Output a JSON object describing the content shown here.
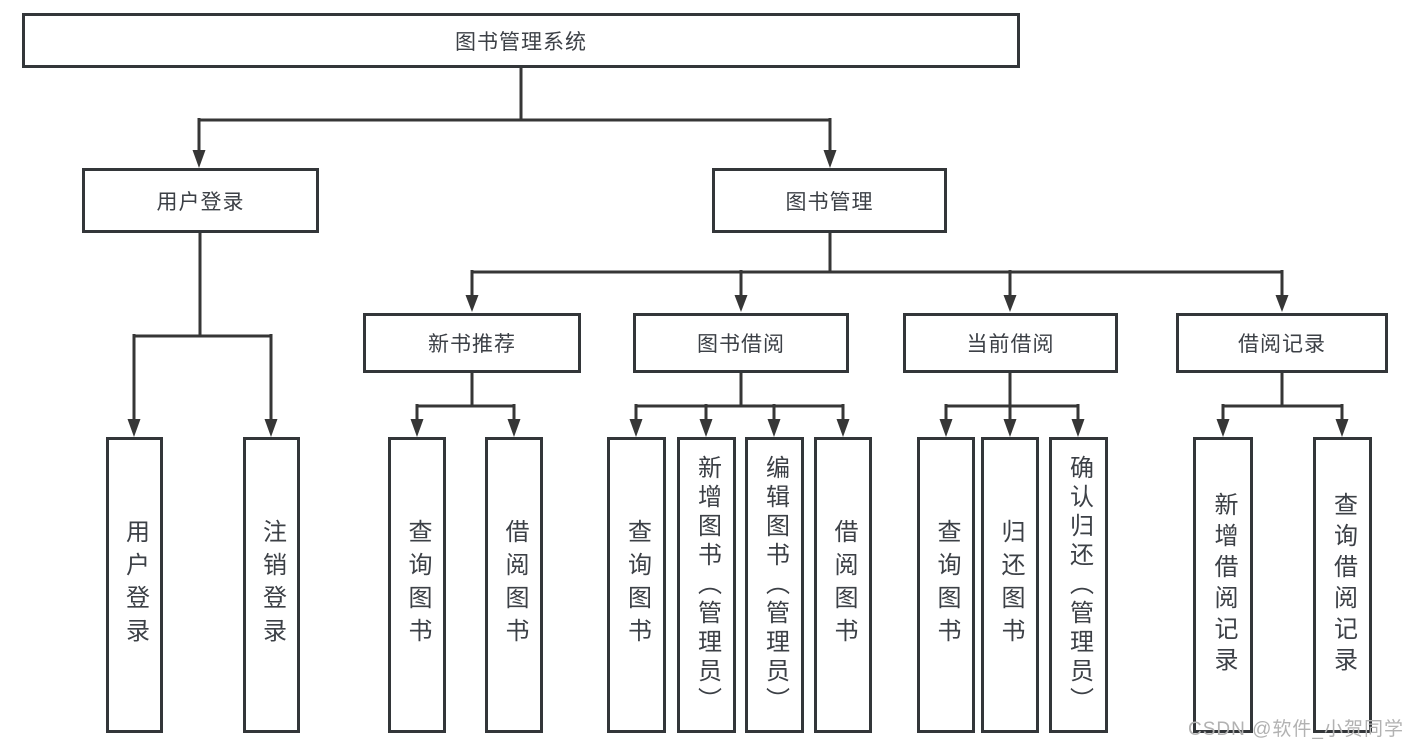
{
  "diagram": {
    "root": {
      "label": "图书管理系统"
    },
    "branches": [
      {
        "label": "用户登录",
        "children": [
          {
            "label": "用户登录"
          },
          {
            "label": "注销登录"
          }
        ]
      },
      {
        "label": "图书管理",
        "children": [
          {
            "label": "新书推荐",
            "children": [
              {
                "label": "查询图书"
              },
              {
                "label": "借阅图书"
              }
            ]
          },
          {
            "label": "图书借阅",
            "children": [
              {
                "label": "查询图书"
              },
              {
                "label": "新增图书（管理员）"
              },
              {
                "label": "编辑图书（管理员）"
              },
              {
                "label": "借阅图书"
              }
            ]
          },
          {
            "label": "当前借阅",
            "children": [
              {
                "label": "查询图书"
              },
              {
                "label": "归还图书"
              },
              {
                "label": "确认归还（管理员）"
              }
            ]
          },
          {
            "label": "借阅记录",
            "children": [
              {
                "label": "新增借阅记录"
              },
              {
                "label": "查询借阅记录"
              }
            ]
          }
        ]
      }
    ]
  },
  "watermark": {
    "text": "CSDN @软件_小贺同学"
  },
  "colors": {
    "line": "#363636",
    "box_border": "#333639",
    "text": "#3c4046",
    "watermark": "#b2b2b2",
    "background": "#ffffff"
  }
}
